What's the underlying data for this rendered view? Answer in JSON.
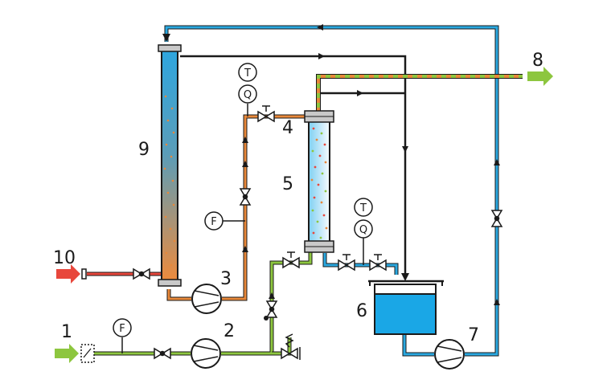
{
  "labels": {
    "n1": "1",
    "n2": "2",
    "n3": "3",
    "n4": "4",
    "n5": "5",
    "n6": "6",
    "n7": "7",
    "n8": "8",
    "n9": "9",
    "n10": "10"
  },
  "gauges": {
    "flow_feed": "F",
    "flow_orange": "F",
    "temp_top": "T",
    "quality_top": "Q",
    "temp_bottom": "T",
    "quality_bottom": "Q"
  },
  "colors": {
    "green": "#8dc63f",
    "orange": "#e8883a",
    "blue": "#2aa8e0",
    "black": "#1a1a1a",
    "red": "#e8473c",
    "tank_fill": "#1aa7e6"
  }
}
